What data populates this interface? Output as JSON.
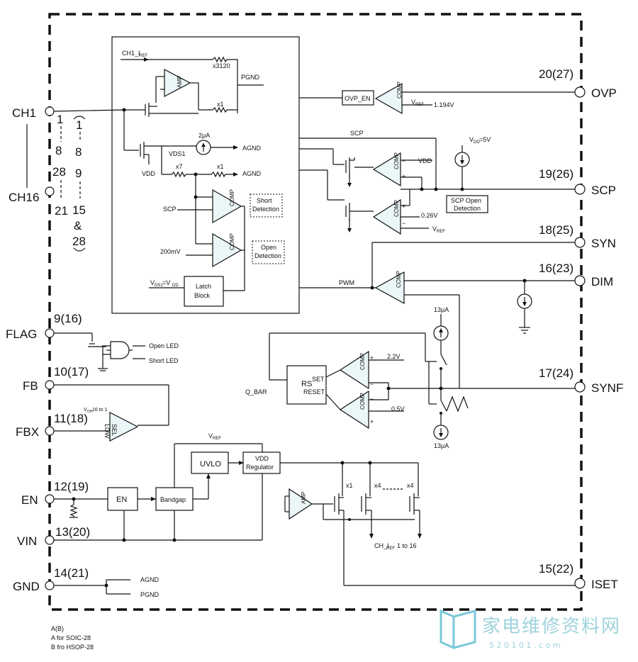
{
  "pins": {
    "ch1": "CH1",
    "ch16": "CH16",
    "flag": "FLAG",
    "fb": "FB",
    "fbx": "FBX",
    "en": "EN",
    "vin": "VIN",
    "gnd": "GND",
    "ovp": "OVP",
    "scp": "SCP",
    "syn": "SYN",
    "dim": "DIM",
    "synf": "SYNF",
    "iset": "ISET"
  },
  "pin_numbers": {
    "ch_left_1": "1",
    "ch_left_8": "8",
    "ch_left_28": "28",
    "ch_left_21": "21",
    "ch_right_1": "1",
    "ch_right_8": "8",
    "ch_right_9": "9",
    "ch_right_15": "15",
    "ch_right_amp": "&",
    "ch_right_28": "28",
    "flag": "9(16)",
    "fb": "10(17)",
    "fbx": "11(18)",
    "en": "12(19)",
    "vin": "13(20)",
    "gnd": "14(21)",
    "ovp": "20(27)",
    "scp": "19(26)",
    "syn": "18(25)",
    "dim": "16(23)",
    "synf": "17(24)",
    "iset": "15(22)"
  },
  "blocks": {
    "amp": "AMP",
    "comp": "COMP",
    "ovp_en": "OVP_EN",
    "short_detection": [
      "Short",
      "Detection"
    ],
    "open_detection": [
      "Open",
      "Detection"
    ],
    "latch_block": [
      "Latch",
      "Block"
    ],
    "scp_open_detection": [
      "SCP Open",
      "Detection"
    ],
    "rs": "RS",
    "set": "SET",
    "reset": "RESET",
    "sel": "SEL",
    "low": "LOW",
    "uvlo": "UVLO",
    "vdd_regulator": [
      "VDD",
      "Regulator"
    ],
    "en": "EN",
    "bandgap": "Bandgap"
  },
  "signals": {
    "ch1_iref": "CH1_I",
    "ch1_iref_sub": "REF",
    "x3120": "x3120",
    "pgnd": "PGND",
    "x1": "x1",
    "x7": "x7",
    "x4": "x4",
    "current_2ua": "2μA",
    "vds1": "VDS1",
    "agnd": "AGND",
    "vdd": "VDD",
    "scp": "SCP",
    "mv200": "200mV",
    "vds1_eq_vdd": "V",
    "vds1_eq_vdd_sub1": "DS1",
    "vds1_eq_vdd_mid": "=V",
    "vds1_eq_vdd_sub2": "DD",
    "vref": "V",
    "vref_sub": "REF",
    "v1194": "1.194V",
    "vdd_5v": "V",
    "vdd_5v_sub": "DD",
    "vdd_5v_tail": "=5V",
    "v026": "0.26V",
    "pwm": "PWM",
    "ua13": "13μA",
    "v22": "2.2V",
    "v05": "0.5V",
    "q_bar": "Q_BAR",
    "open_led": "Open LED",
    "short_led": "Short LED",
    "voh": "V",
    "voh_sub": "OH",
    "voh_tail": " 16 to 1",
    "ch_iref_out": "CH_I",
    "ch_iref_out_sub": "REF",
    "ch_iref_out_tail": " 1 to 16"
  },
  "notes": [
    "A(B)",
    "A for SOIC-28",
    "B fro HSOP-28"
  ],
  "watermark": {
    "text": "家电维修资料网",
    "url": "5 2 0 1 0 1 . c o m"
  }
}
